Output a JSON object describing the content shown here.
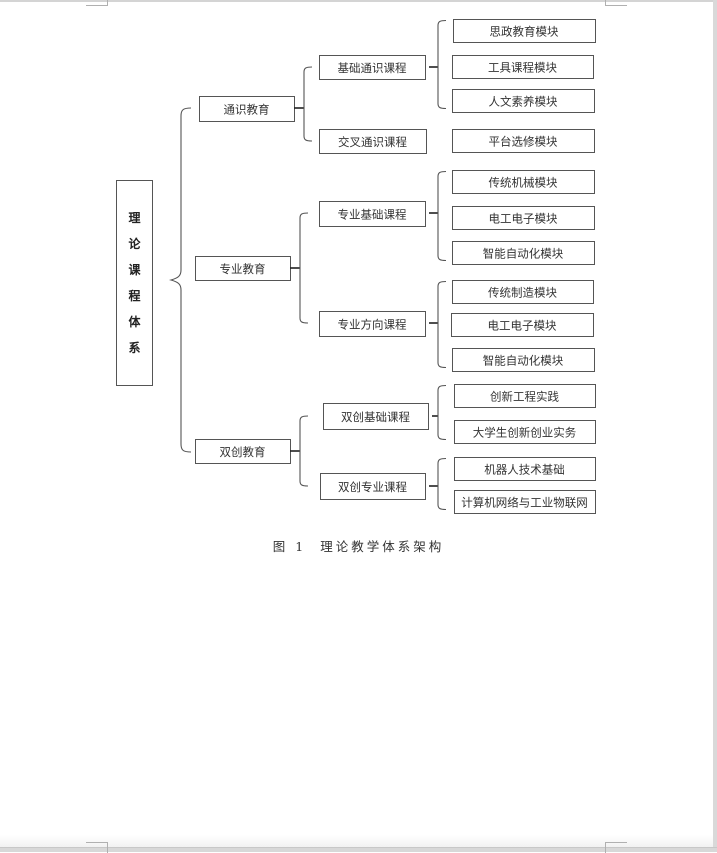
{
  "document": {
    "figure_caption": {
      "number": "图 1",
      "title": "理论教学体系架构"
    }
  },
  "diagram": {
    "root": {
      "label": "理论课程体系",
      "chars": [
        "理",
        "论",
        "课",
        "程",
        "体",
        "系"
      ]
    },
    "branches": [
      {
        "label": "通识教育",
        "children": [
          {
            "label": "基础通识课程",
            "modules": [
              "思政教育模块",
              "工具课程模块",
              "人文素养模块"
            ]
          },
          {
            "label": "交叉通识课程",
            "modules": [
              "平台选修模块"
            ]
          }
        ]
      },
      {
        "label": "专业教育",
        "children": [
          {
            "label": "专业基础课程",
            "modules": [
              "传统机械模块",
              "电工电子模块",
              "智能自动化模块"
            ]
          },
          {
            "label": "专业方向课程",
            "modules": [
              "传统制造模块",
              "电工电子模块",
              "智能自动化模块"
            ]
          }
        ]
      },
      {
        "label": "双创教育",
        "children": [
          {
            "label": "双创基础课程",
            "modules": [
              "创新工程实践",
              "大学生创新创业实务"
            ]
          },
          {
            "label": "双创专业课程",
            "modules": [
              "机器人技术基础",
              "计算机网络与工业物联网"
            ]
          }
        ]
      }
    ]
  }
}
